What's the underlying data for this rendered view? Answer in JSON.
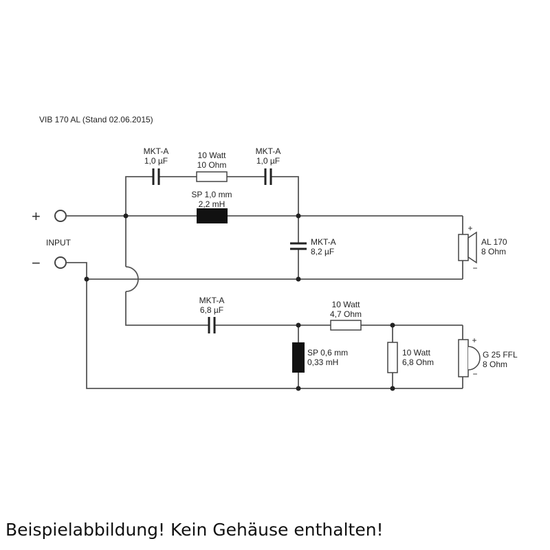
{
  "title": "VIB 170 AL (Stand 02.06.2015)",
  "input_label": "INPUT",
  "plus_sign": "+",
  "minus_sign": "−",
  "components": {
    "c1": {
      "line1": "MKT-A",
      "line2": "1,0 µF"
    },
    "r1": {
      "line1": "10 Watt",
      "line2": "10 Ohm"
    },
    "c2": {
      "line1": "MKT-A",
      "line2": "1,0 µF"
    },
    "l1": {
      "line1": "SP 1,0 mm",
      "line2": "2,2 mH"
    },
    "c3": {
      "line1": "MKT-A",
      "line2": "8,2 µF"
    },
    "woofer": {
      "line1": "AL 170",
      "line2": "8 Ohm"
    },
    "c4": {
      "line1": "MKT-A",
      "line2": "6,8 µF"
    },
    "r2": {
      "line1": "10 Watt",
      "line2": "4,7 Ohm"
    },
    "l2": {
      "line1": "SP 0,6 mm",
      "line2": "0,33 mH"
    },
    "r3": {
      "line1": "10 Watt",
      "line2": "6,8 Ohm"
    },
    "tweeter": {
      "line1": "G 25 FFL",
      "line2": "8 Ohm"
    }
  },
  "footer_text": "Beispielabbildung! Kein Gehäuse enthalten!"
}
